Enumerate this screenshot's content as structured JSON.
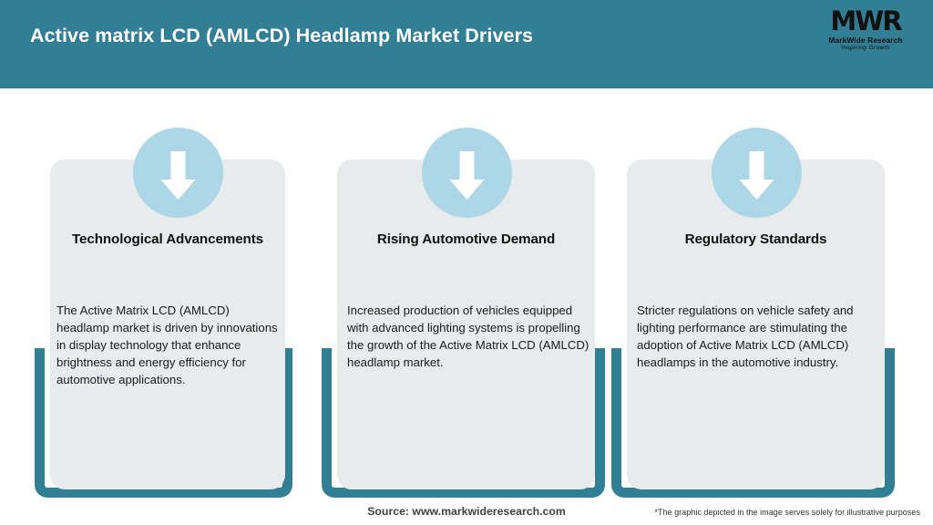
{
  "header": {
    "title": "Active matrix LCD (AMLCD) Headlamp Market Drivers",
    "background_color": "#327E94",
    "title_color": "#FFFFFF"
  },
  "logo": {
    "mark": "MWR",
    "name": "MarkWide Research",
    "tagline": "Inspiring Growth"
  },
  "theme": {
    "accent_teal": "#327E94",
    "card_gray": "#E7EBEC",
    "circle_blue": "#ADD6E6",
    "arrow_white": "#FFFFFF"
  },
  "cards": [
    {
      "icon": "arrow-down-icon",
      "title": "Technological Advancements",
      "body": "The Active Matrix LCD (AMLCD) headlamp market is driven by innovations in display technology that enhance brightness and energy efficiency for automotive applications."
    },
    {
      "icon": "arrow-down-icon",
      "title": "Rising Automotive Demand",
      "body": "Increased production of vehicles equipped with advanced lighting systems is propelling the growth of the Active Matrix LCD (AMLCD) headlamp market."
    },
    {
      "icon": "arrow-down-icon",
      "title": "Regulatory Standards",
      "body": "Stricter regulations on vehicle safety and lighting performance are stimulating the adoption of Active Matrix LCD (AMLCD) headlamps in the automotive industry."
    }
  ],
  "footer": {
    "source": "Source: www.markwideresearch.com",
    "disclaimer": "*The graphic depicted in the image serves solely for illustrative purposes"
  }
}
